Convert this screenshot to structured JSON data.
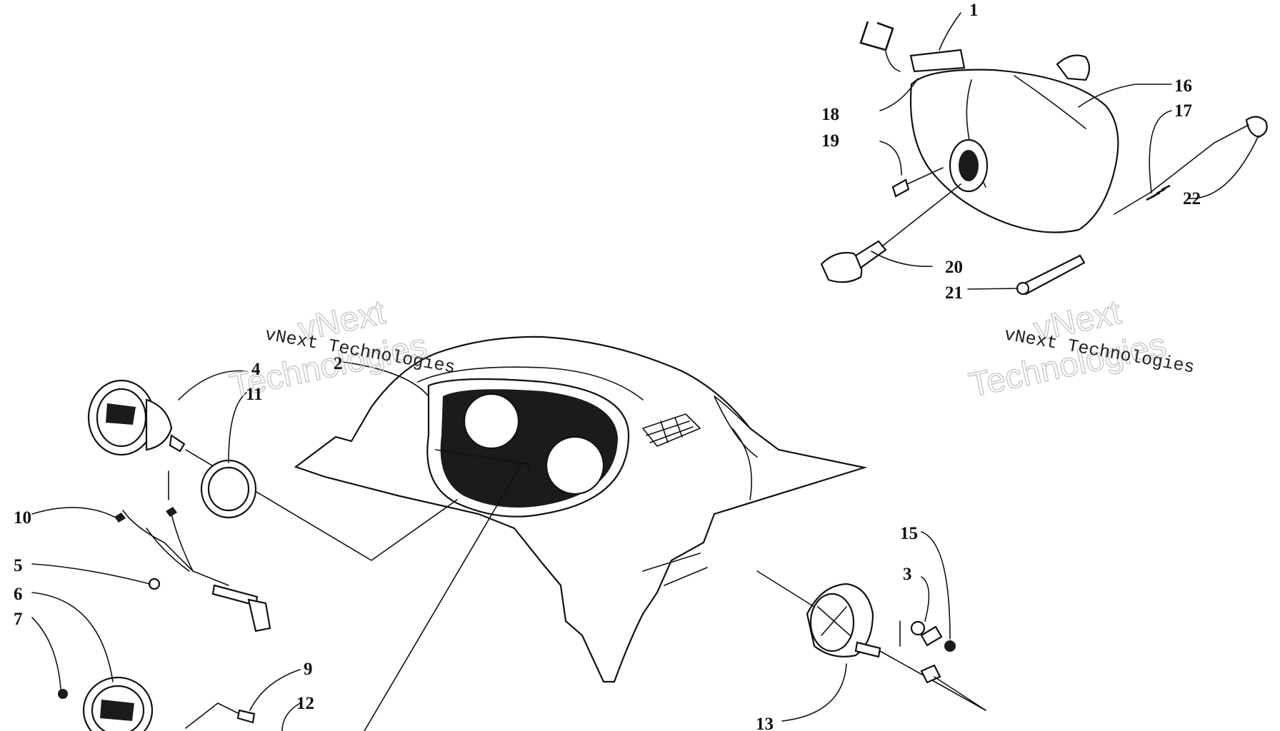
{
  "watermark": {
    "line1": "vNext",
    "line2": "Technologies",
    "label": "vNext Technologies"
  },
  "callouts": {
    "c1": "1",
    "c2": "2",
    "c3": "3",
    "c4": "4",
    "c5": "5",
    "c6": "6",
    "c7": "7",
    "c9": "9",
    "c10": "10",
    "c11": "11",
    "c12": "12",
    "c13": "13",
    "c15": "15",
    "c16": "16",
    "c17": "17",
    "c18": "18",
    "c19": "19",
    "c20": "20",
    "c21": "21",
    "c22": "22"
  }
}
